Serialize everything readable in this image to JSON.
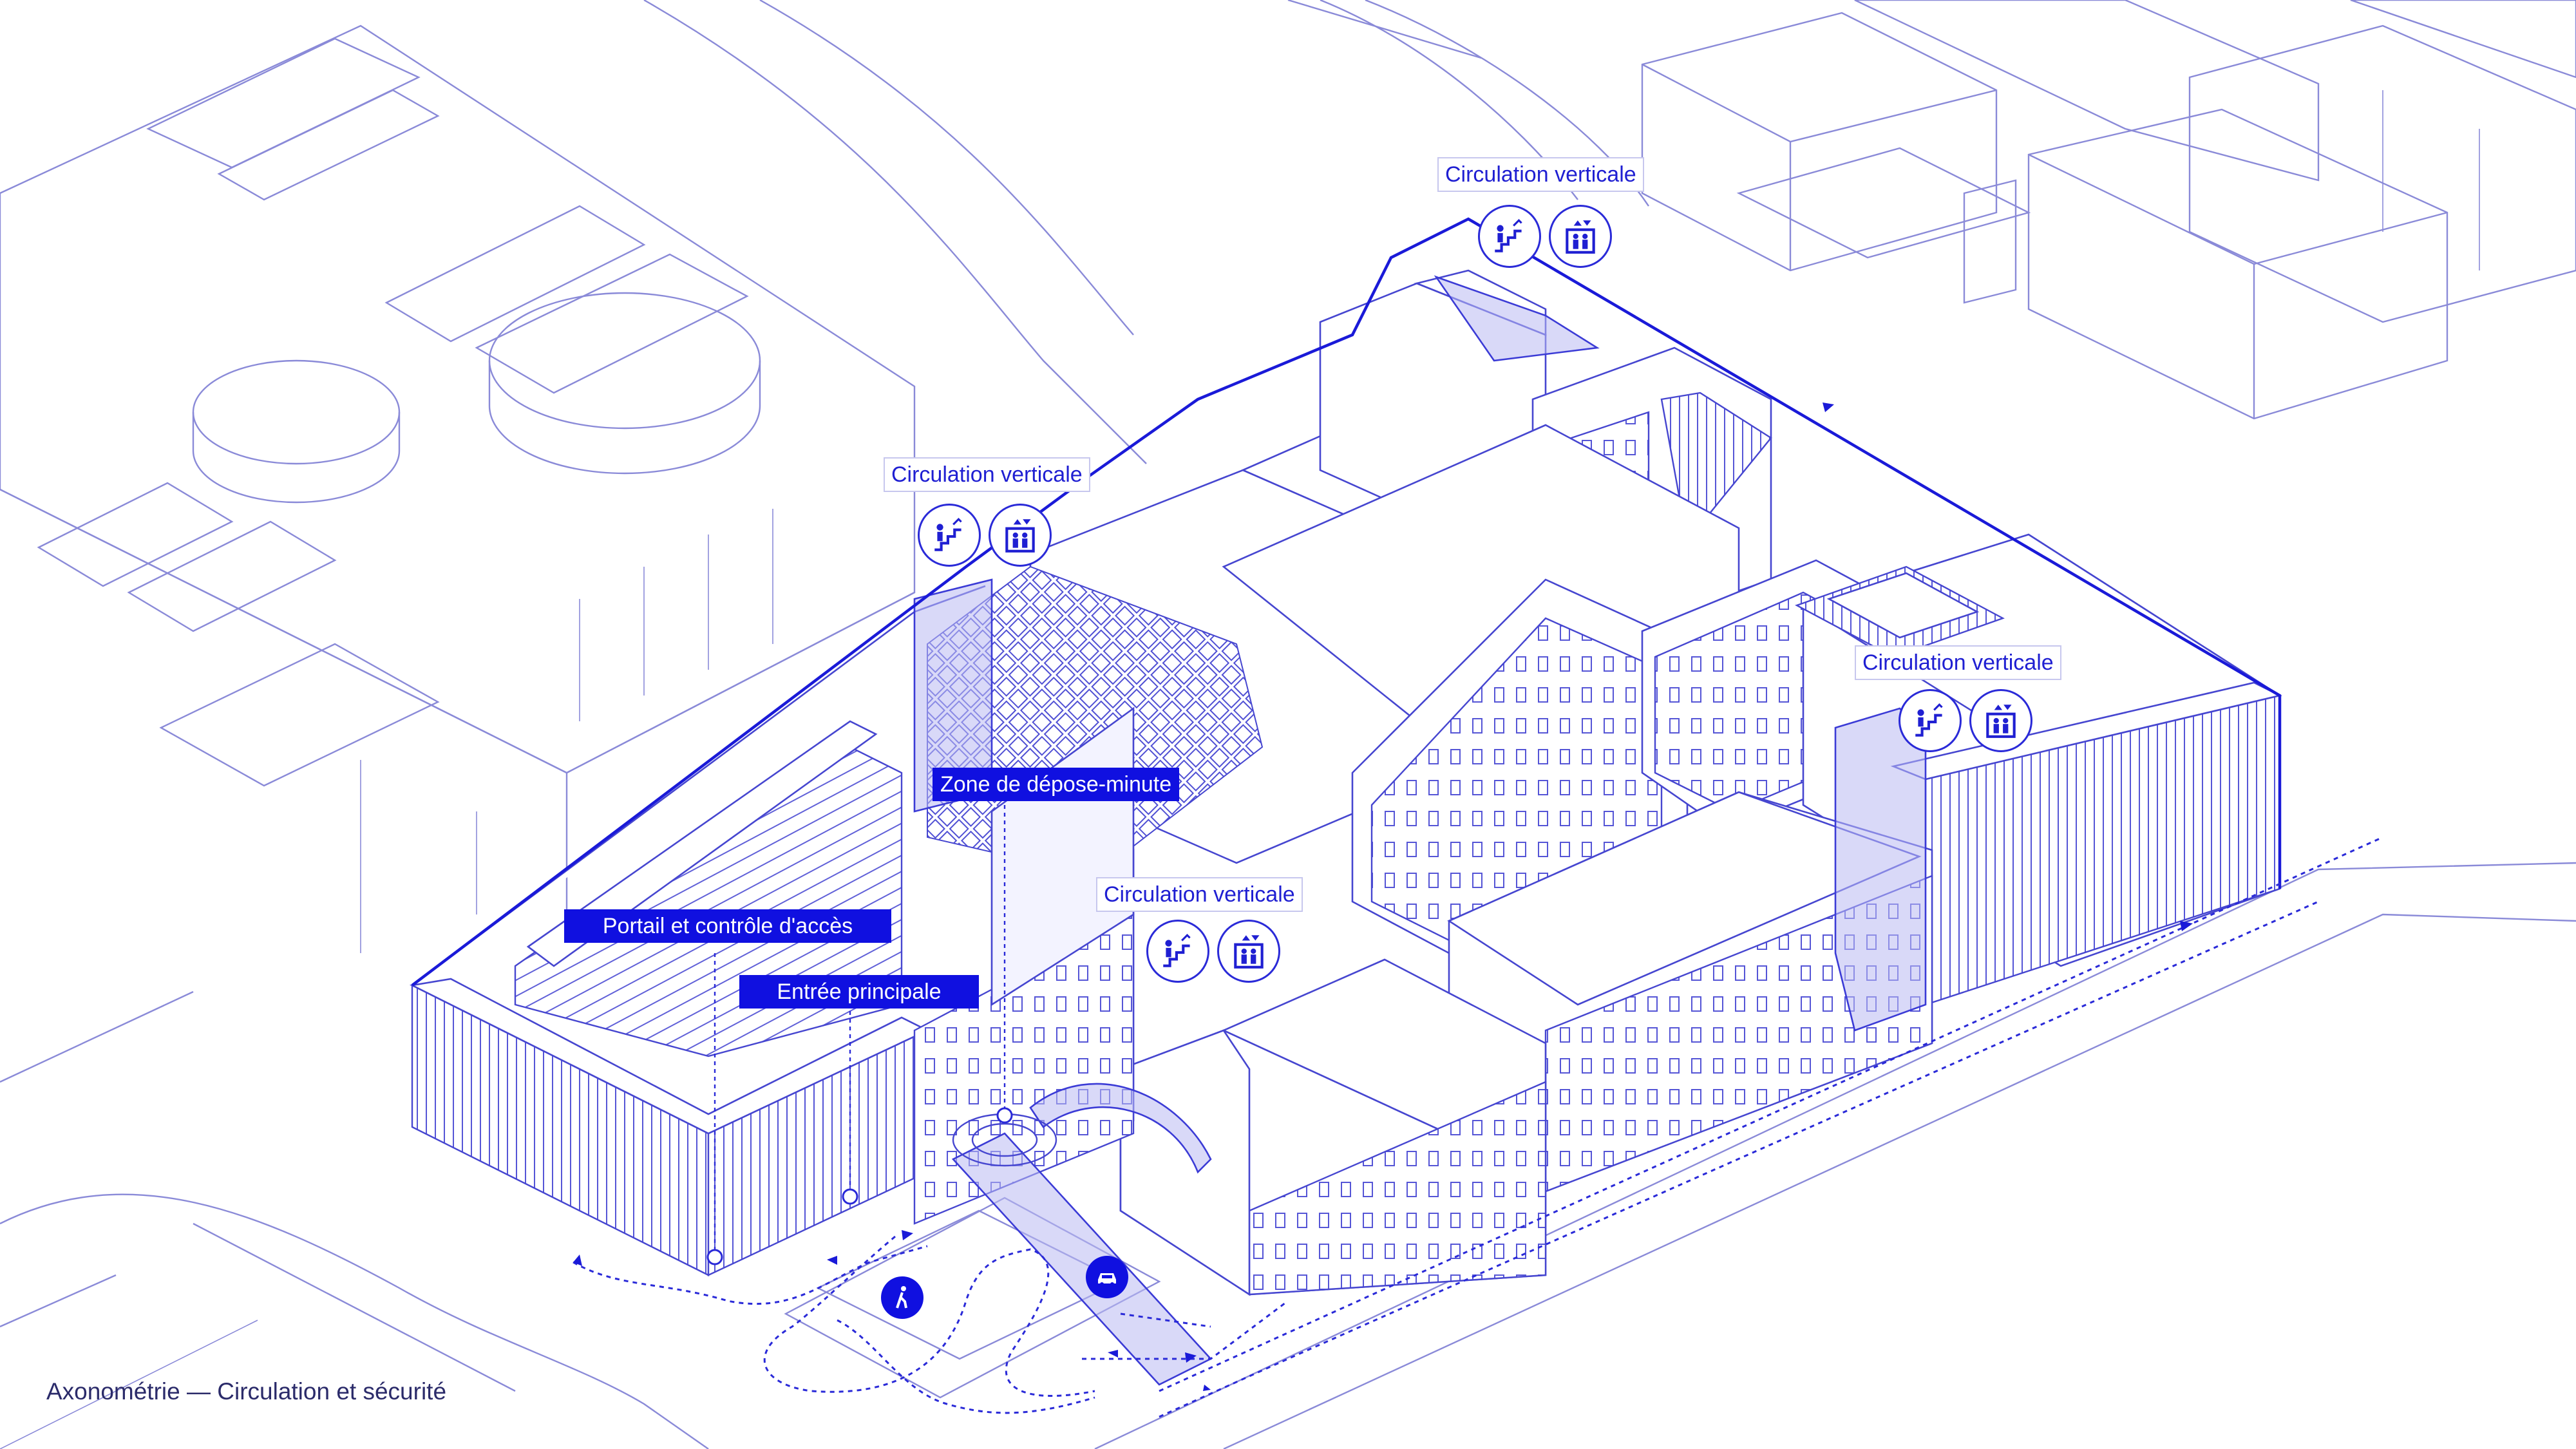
{
  "title": "Axonométrie — Circulation et sécurité",
  "labels": {
    "vertical_circulation": "Circulation verticale",
    "drop_off_zone": "Zone de dépose-minute",
    "gate_access_control": "Portail et contrôle d'accès",
    "main_entrance": "Entrée principale"
  },
  "colors": {
    "accent": "#1010e0",
    "line": "#4646d0",
    "context_line": "#8a8ad8",
    "highlight_fill": "#b9b9f3"
  },
  "icons": {
    "stairs": "stairs-person-icon",
    "elevator": "elevator-icon",
    "pedestrian": "pedestrian-icon",
    "car": "car-icon"
  }
}
